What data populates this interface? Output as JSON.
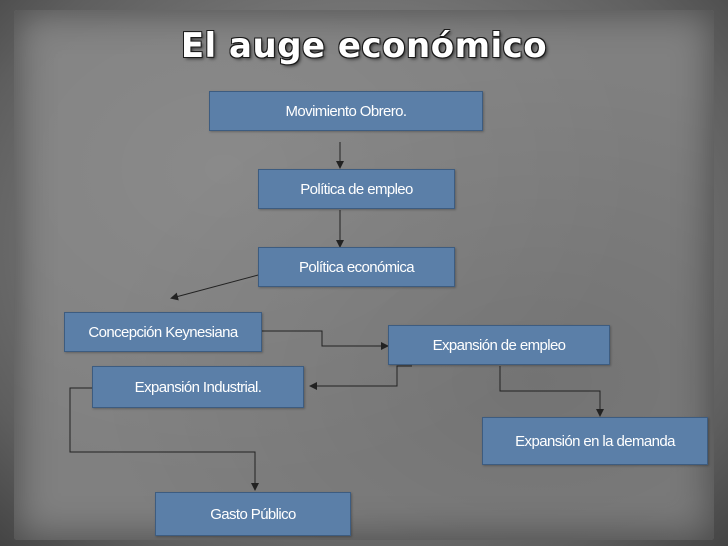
{
  "title": "El auge económico",
  "nodes": {
    "movimiento_obrero": "Movimiento Obrero.",
    "politica_empleo": "Política de empleo",
    "politica_economica": "Política económica",
    "concepcion_keynesiana": "Concepción Keynesiana",
    "expansion_empleo": "Expansión de empleo",
    "expansion_industrial": "Expansión Industrial.",
    "expansion_demanda": "Expansión en la demanda",
    "gasto_publico": "Gasto Público"
  },
  "colors": {
    "box_fill": "#5b7fa8",
    "connector": "#222222",
    "background": "#808080"
  }
}
